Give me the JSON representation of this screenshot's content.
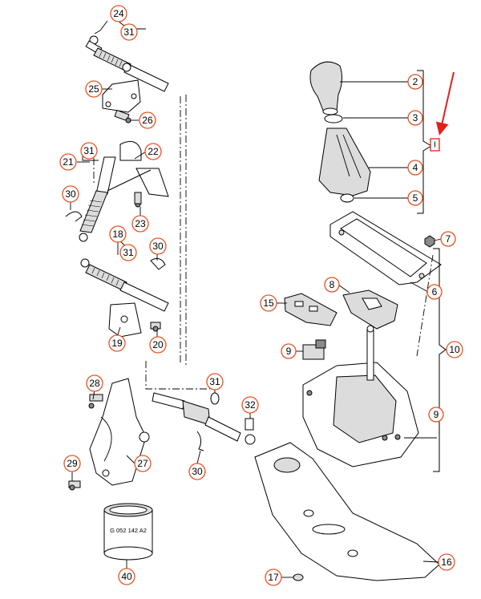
{
  "diagram": {
    "callouts": {
      "c24": "24",
      "c31a": "31",
      "c25": "25",
      "c26": "26",
      "c31b": "31",
      "c21": "21",
      "c22": "22",
      "c30a": "30",
      "c23": "23",
      "c18": "18",
      "c31c": "31",
      "c30b": "30",
      "c19": "19",
      "c20": "20",
      "c28": "28",
      "c27": "27",
      "c29": "29",
      "c40": "40",
      "c31d": "31",
      "c32": "32",
      "c30c": "30",
      "c2": "2",
      "c3": "3",
      "c4": "4",
      "c5": "5",
      "c7": "7",
      "c6": "6",
      "c8": "8",
      "c15": "15",
      "c9a": "9",
      "c10": "10",
      "c9b": "9",
      "c16": "16",
      "c17": "17"
    },
    "sleeve_label": "G 052 142 A2",
    "marker_label": "I",
    "colors": {
      "callout_ring": "#e8501e",
      "marker_red": "#e0201b",
      "line": "#000000"
    }
  }
}
